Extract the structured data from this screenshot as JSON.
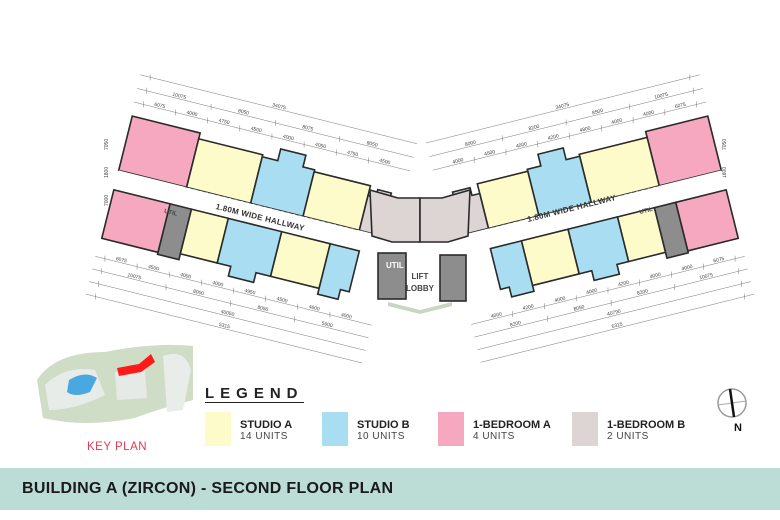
{
  "title": "BUILDING A (ZIRCON) - SECOND FLOOR PLAN",
  "key_plan_label": "KEY PLAN",
  "plan": {
    "hallway_left": "1.80M WIDE HALLWAY",
    "hallway_right": "1.80M WIDE HALLWAY",
    "util_label": "UTIL",
    "lift_label": "LIFT",
    "lobby_label": "LOBBY",
    "north_label": "N"
  },
  "legend": {
    "title": "LEGEND",
    "items": [
      {
        "name": "STUDIO A",
        "count": "14 UNITS",
        "color": "#fdfbc9"
      },
      {
        "name": "STUDIO B",
        "count": "10 UNITS",
        "color": "#a9def2"
      },
      {
        "name": "1-BEDROOM A",
        "count": "4 UNITS",
        "color": "#f5a8bf"
      },
      {
        "name": "1-BEDROOM B",
        "count": "2 UNITS",
        "color": "#ddd4d4"
      }
    ]
  },
  "dimensions": {
    "left_top": [
      [
        "6075",
        "4000",
        "4750",
        "4500",
        "4000",
        "4050",
        "4750",
        "4500"
      ],
      [
        "10075",
        "8050",
        "8075",
        "8050"
      ],
      [
        "34075"
      ]
    ],
    "left_bottom": [
      [
        "6075",
        "4500",
        "4000",
        "4000",
        "4950",
        "4500",
        "4600",
        "4000"
      ],
      [
        "10075",
        "8000",
        "8050",
        "5600"
      ],
      [
        "40050"
      ],
      [
        "5315"
      ]
    ],
    "right_top": [
      [
        "4000",
        "4500",
        "4000",
        "4200",
        "4800",
        "4000",
        "4000",
        "6075"
      ],
      [
        "8000",
        "8200",
        "8500",
        "10075"
      ],
      [
        "34075"
      ]
    ],
    "right_bottom": [
      [
        "4000",
        "4200",
        "4000",
        "4000",
        "4200",
        "4000",
        "4000",
        "6075"
      ],
      [
        "8200",
        "8050",
        "8200",
        "10075"
      ],
      [
        "40790"
      ],
      [
        "6315"
      ]
    ],
    "side": [
      "7050",
      "1800",
      "7000"
    ]
  },
  "colors": {
    "studio_a": "#fdfbc9",
    "studio_b": "#a9def2",
    "bedroom_a": "#f5a8bf",
    "bedroom_b": "#ddd4d4",
    "util": "#8d8d8d",
    "band": "#bcdcd6"
  }
}
